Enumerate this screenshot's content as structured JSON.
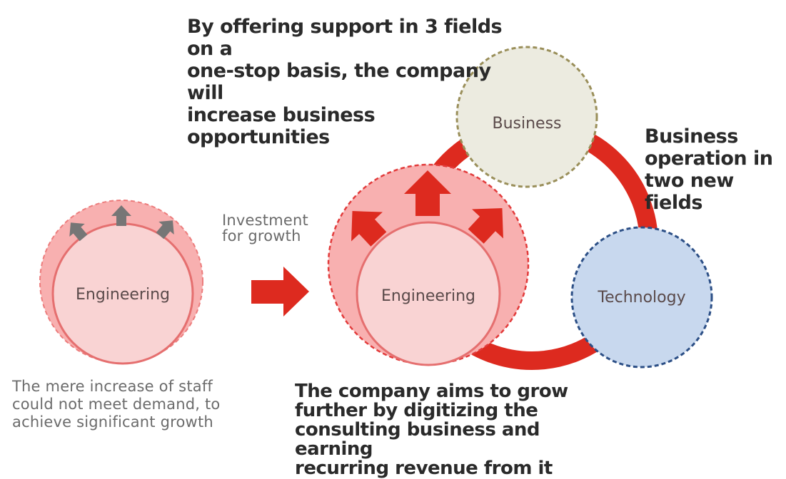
{
  "top_callout": "By offering support in 3 fields on a\none-stop basis, the company will\nincrease business opportunities",
  "right_callout": "Business\noperation in\ntwo new fields",
  "bottom_callout": "The company aims to grow\nfurther by digitizing the\nconsulting business and earning\nrecurring revenue from it",
  "left_note": "The mere increase of staff\ncould not meet demand, to\nachieve significant growth",
  "arrow_label": "Investment\nfor growth",
  "circles": {
    "engineering_before": "Engineering",
    "engineering_after": "Engineering",
    "business": "Business",
    "technology": "Technology"
  },
  "colors": {
    "red_accent": "#dd2a1f",
    "pink_outer": "#f8b0b0",
    "pink_inner": "#f9d3d3",
    "business_fill": "#ecebe0",
    "business_border": "#9a8f5a",
    "technology_fill": "#c8d8ee",
    "technology_border": "#2c4f86",
    "gray_arrow": "#767676"
  }
}
